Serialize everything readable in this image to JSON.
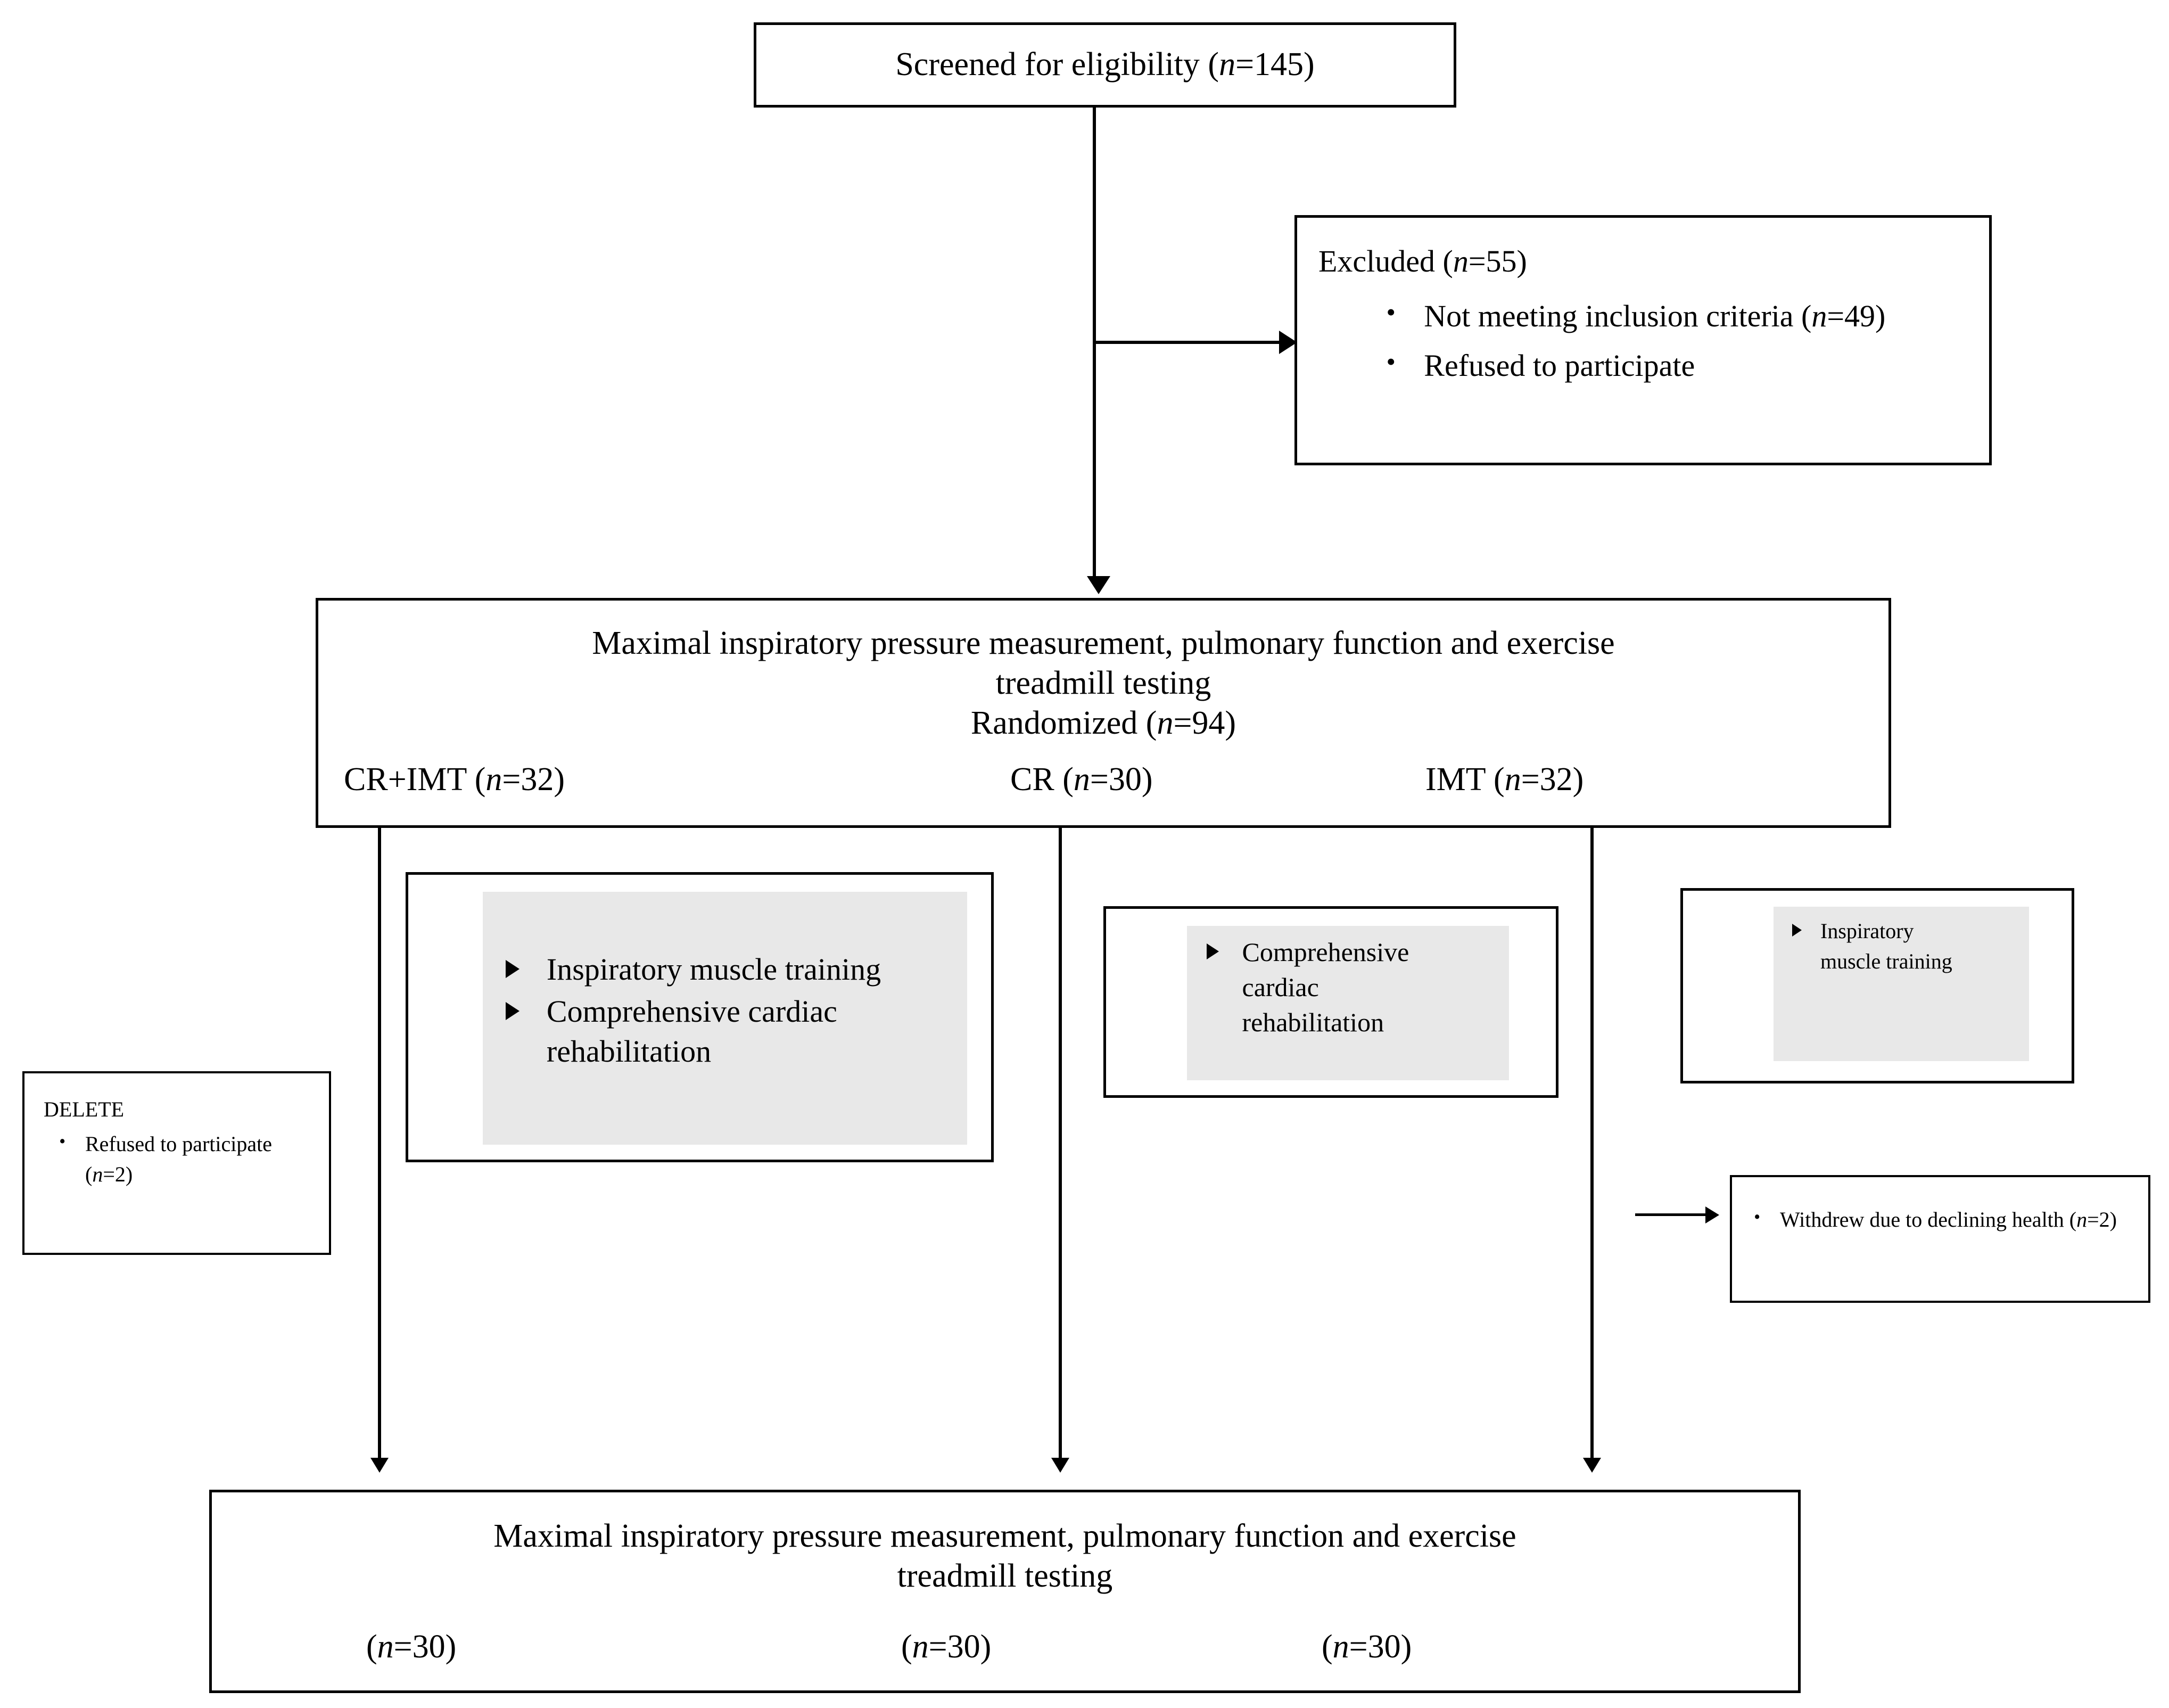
{
  "diagram": {
    "title": "CONSORT participant flow diagram",
    "accent_color": "#000000",
    "highlight_color": "#e8e8e8",
    "background_color": "#ffffff"
  },
  "screened": {
    "label": "Screened for eligibility (",
    "n_italic": "n",
    "n_value": "=145)"
  },
  "excluded": {
    "heading_pre": "Excluded (",
    "heading_italic": "n",
    "heading_post": "=55)",
    "items": [
      {
        "text_pre": "Not meeting inclusion criteria (",
        "italic": "n",
        "text_post": "=49)"
      },
      {
        "text_pre": "Refused to participate",
        "italic": "",
        "text_post": ""
      }
    ]
  },
  "randomized": {
    "line1": "Maximal inspiratory pressure measurement, pulmonary function and exercise",
    "line2": "treadmill testing",
    "line3_pre": "Randomized (",
    "line3_italic": "n",
    "line3_post": "=94)",
    "groups": [
      {
        "name_pre": "CR+IMT (",
        "italic": "n",
        "name_post": "=32)"
      },
      {
        "name_pre": "CR (",
        "italic": "n",
        "name_post": "=30)"
      },
      {
        "name_pre": "IMT (",
        "italic": "n",
        "name_post": "=32)"
      }
    ]
  },
  "interventions": {
    "cr_imt": {
      "items": [
        "Inspiratory muscle training",
        "Comprehensive cardiac rehabilitation"
      ]
    },
    "cr": {
      "items": [
        "Comprehensive cardiac rehabilitation"
      ]
    },
    "imt": {
      "items": [
        "Inspiratory muscle training"
      ]
    }
  },
  "delete_note": {
    "heading": "DELETE",
    "item_pre": "Refused to participate (",
    "item_italic": "n",
    "item_post": "=2)"
  },
  "withdrew_note": {
    "item_pre": "Withdrew due to declining health (",
    "item_italic": "n",
    "item_post": "=2)"
  },
  "outcome": {
    "line1": "Maximal inspiratory pressure measurement, pulmonary function and exercise",
    "line2": "treadmill testing",
    "counts": [
      {
        "pre": "(",
        "italic": "n",
        "post": "=30)"
      },
      {
        "pre": "(",
        "italic": "n",
        "post": "=30)"
      },
      {
        "pre": "(",
        "italic": "n",
        "post": "=30)"
      }
    ]
  }
}
